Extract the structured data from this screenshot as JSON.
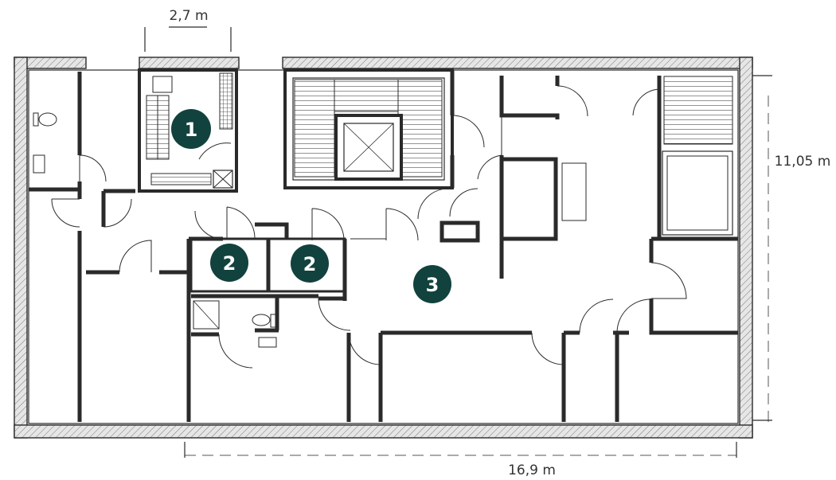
{
  "dimensions": {
    "top_width": "2,7 m",
    "right_height": "11,05 m",
    "bottom_width": "16,9 m"
  },
  "zones": [
    {
      "label": "1"
    },
    {
      "label": "2"
    },
    {
      "label": "2"
    },
    {
      "label": "3"
    }
  ],
  "colors": {
    "badge": "#12423d",
    "wall": "#2a2a2a",
    "background": "#ffffff"
  }
}
